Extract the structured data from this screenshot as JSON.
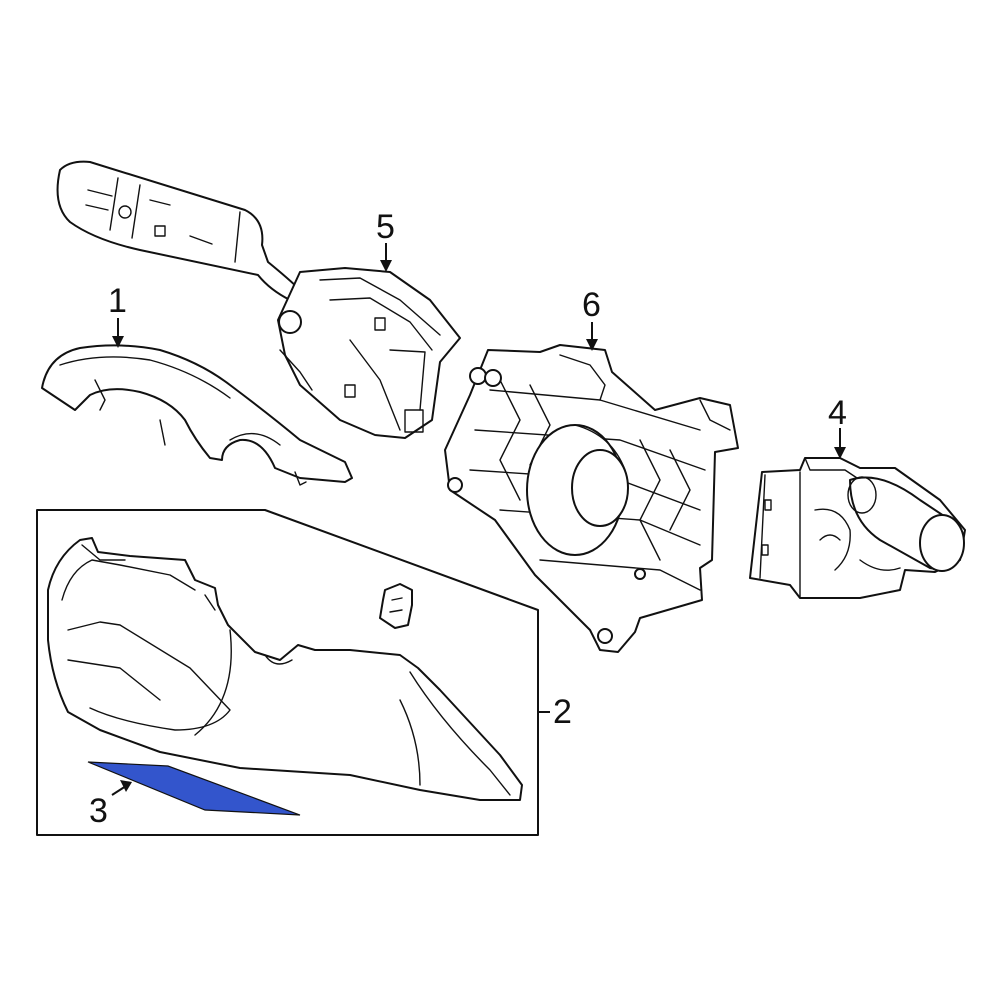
{
  "callouts": [
    {
      "id": "1",
      "label": "1"
    },
    {
      "id": "2",
      "label": "2"
    },
    {
      "id": "3",
      "label": "3"
    },
    {
      "id": "4",
      "label": "4"
    },
    {
      "id": "5",
      "label": "5"
    },
    {
      "id": "6",
      "label": "6"
    }
  ],
  "colors": {
    "line": "#111111",
    "highlight": "#3355cc",
    "background": "#ffffff"
  }
}
